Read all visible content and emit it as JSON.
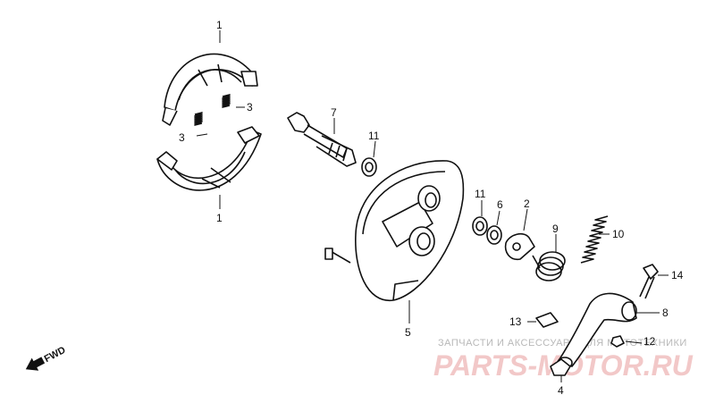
{
  "callouts": [
    {
      "id": "1a",
      "text": "1"
    },
    {
      "id": "1b",
      "text": "1"
    },
    {
      "id": "3a",
      "text": "3"
    },
    {
      "id": "3b",
      "text": "3"
    },
    {
      "id": "7",
      "text": "7"
    },
    {
      "id": "11a",
      "text": "11"
    },
    {
      "id": "11b",
      "text": "11"
    },
    {
      "id": "6",
      "text": "6"
    },
    {
      "id": "2",
      "text": "2"
    },
    {
      "id": "9",
      "text": "9"
    },
    {
      "id": "10",
      "text": "10"
    },
    {
      "id": "5",
      "text": "5"
    },
    {
      "id": "14",
      "text": "14"
    },
    {
      "id": "8",
      "text": "8"
    },
    {
      "id": "13",
      "text": "13"
    },
    {
      "id": "12",
      "text": "12"
    },
    {
      "id": "4",
      "text": "4"
    }
  ],
  "direction_label": "FWD",
  "watermark": {
    "line1": "ЗАПЧАСТИ И АКСЕССУАРЫ ДЛЯ МОТОТЕХНИКИ",
    "line2": "PARTS-MOTOR.RU"
  },
  "colors": {
    "line": "#111111",
    "watermark": "#f2c8c8"
  }
}
